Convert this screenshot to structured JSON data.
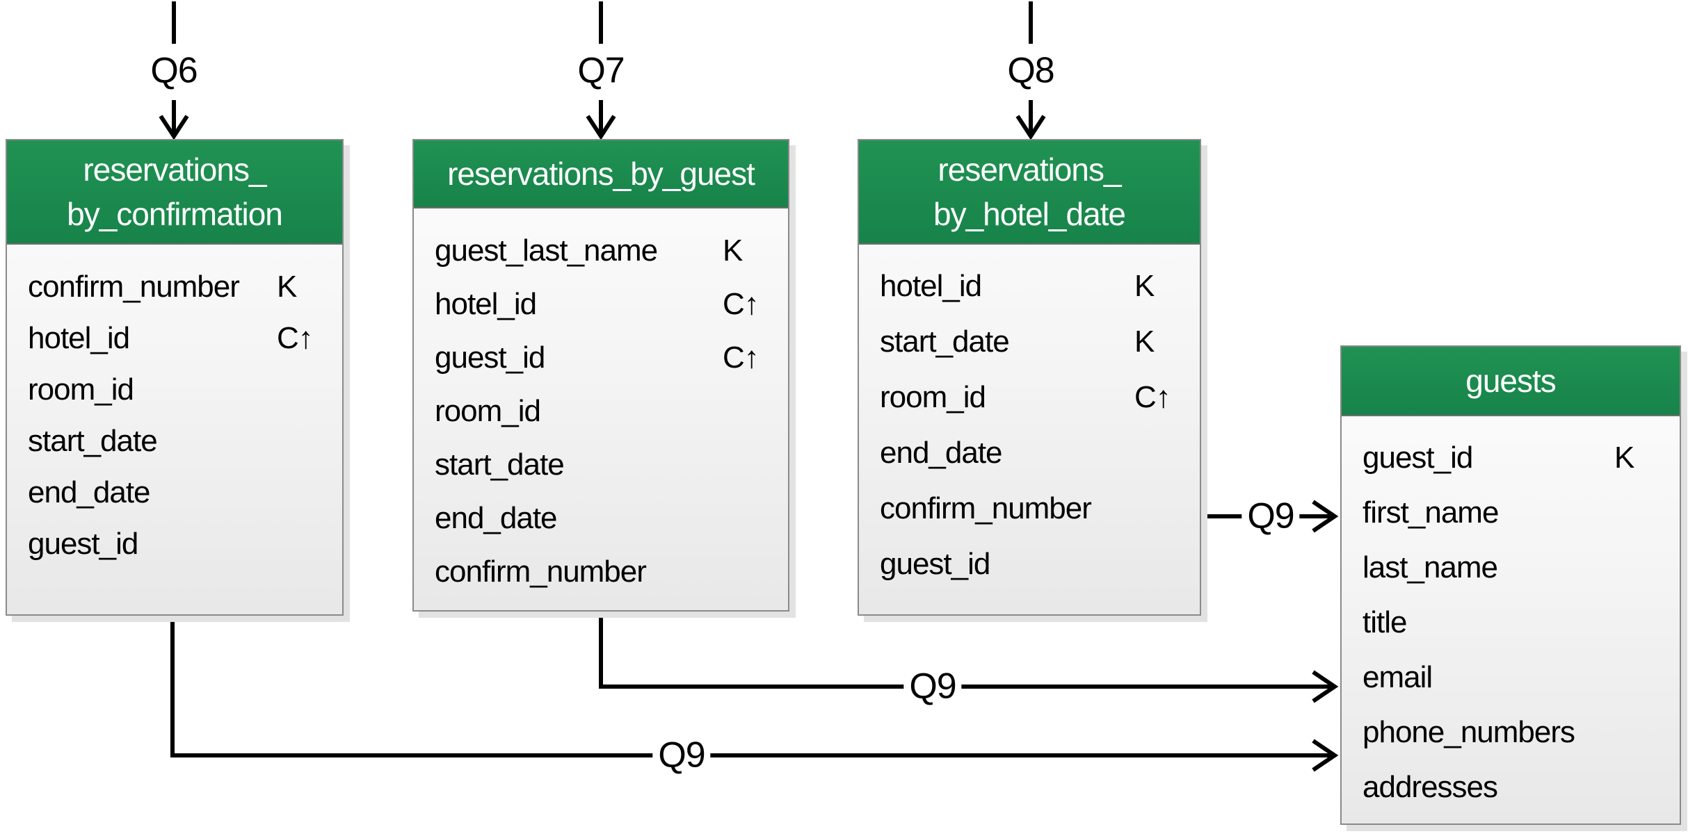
{
  "diagram": {
    "kind": "cassandra-logical-data-model",
    "colors": {
      "header_green": "#1b8a4c",
      "header_text": "#ffffff",
      "table_border": "#8a8a8a",
      "body_fill_top": "#fdfdfd",
      "body_fill_bottom": "#e8e8e8",
      "shadow": "#e2e2e2",
      "line": "#000000",
      "field_text": "#000000"
    }
  },
  "query_arrows": {
    "q6": "Q6",
    "q7": "Q7",
    "q8": "Q8",
    "q9_from_confirmation": "Q9",
    "q9_from_guest": "Q9",
    "q9_from_hotel_date": "Q9"
  },
  "tables": [
    {
      "id": "reservations_by_confirmation",
      "title": "reservations_\nby_confirmation",
      "fields": [
        {
          "name": "confirm_number",
          "key": "K"
        },
        {
          "name": "hotel_id",
          "key": "C↑"
        },
        {
          "name": "room_id",
          "key": ""
        },
        {
          "name": "start_date",
          "key": ""
        },
        {
          "name": "end_date",
          "key": ""
        },
        {
          "name": "guest_id",
          "key": ""
        }
      ]
    },
    {
      "id": "reservations_by_guest",
      "title": "reservations_by_guest",
      "fields": [
        {
          "name": "guest_last_name",
          "key": "K"
        },
        {
          "name": "hotel_id",
          "key": "C↑"
        },
        {
          "name": "guest_id",
          "key": "C↑"
        },
        {
          "name": "room_id",
          "key": ""
        },
        {
          "name": "start_date",
          "key": ""
        },
        {
          "name": "end_date",
          "key": ""
        },
        {
          "name": "confirm_number",
          "key": ""
        }
      ]
    },
    {
      "id": "reservations_by_hotel_date",
      "title": "reservations_\nby_hotel_date",
      "fields": [
        {
          "name": "hotel_id",
          "key": "K"
        },
        {
          "name": "start_date",
          "key": "K"
        },
        {
          "name": "room_id",
          "key": "C↑"
        },
        {
          "name": "end_date",
          "key": ""
        },
        {
          "name": "confirm_number",
          "key": ""
        },
        {
          "name": "guest_id",
          "key": ""
        }
      ]
    },
    {
      "id": "guests",
      "title": "guests",
      "fields": [
        {
          "name": "guest_id",
          "key": "K"
        },
        {
          "name": "first_name",
          "key": ""
        },
        {
          "name": "last_name",
          "key": ""
        },
        {
          "name": "title",
          "key": ""
        },
        {
          "name": "email",
          "key": ""
        },
        {
          "name": "phone_numbers",
          "key": ""
        },
        {
          "name": "addresses",
          "key": ""
        }
      ]
    }
  ]
}
